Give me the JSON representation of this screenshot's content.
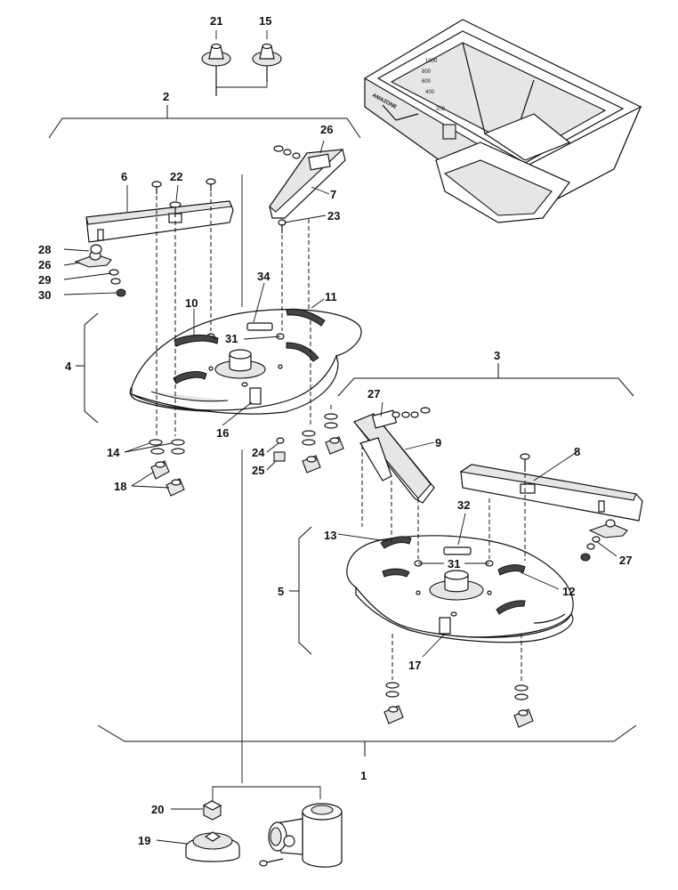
{
  "diagram": {
    "type": "exploded-parts-view",
    "callouts": {
      "c1": "1",
      "c2": "2",
      "c3": "3",
      "c4": "4",
      "c5": "5",
      "c6": "6",
      "c7": "7",
      "c8": "8",
      "c9": "9",
      "c10": "10",
      "c11": "11",
      "c12": "12",
      "c13": "13",
      "c14": "14",
      "c15": "15",
      "c16": "16",
      "c17": "17",
      "c18": "18",
      "c19": "19",
      "c20": "20",
      "c21": "21",
      "c22": "22",
      "c23": "23",
      "c24": "24",
      "c25": "25",
      "c26a": "26",
      "c26b": "26",
      "c27a": "27",
      "c27b": "27",
      "c28": "28",
      "c29": "29",
      "c30": "30",
      "c31a": "31",
      "c31b": "31",
      "c32": "32",
      "c34": "34"
    },
    "hopper_scale": [
      "1000",
      "800",
      "600",
      "400",
      "200"
    ],
    "hopper_brand": "AMAZONE"
  }
}
